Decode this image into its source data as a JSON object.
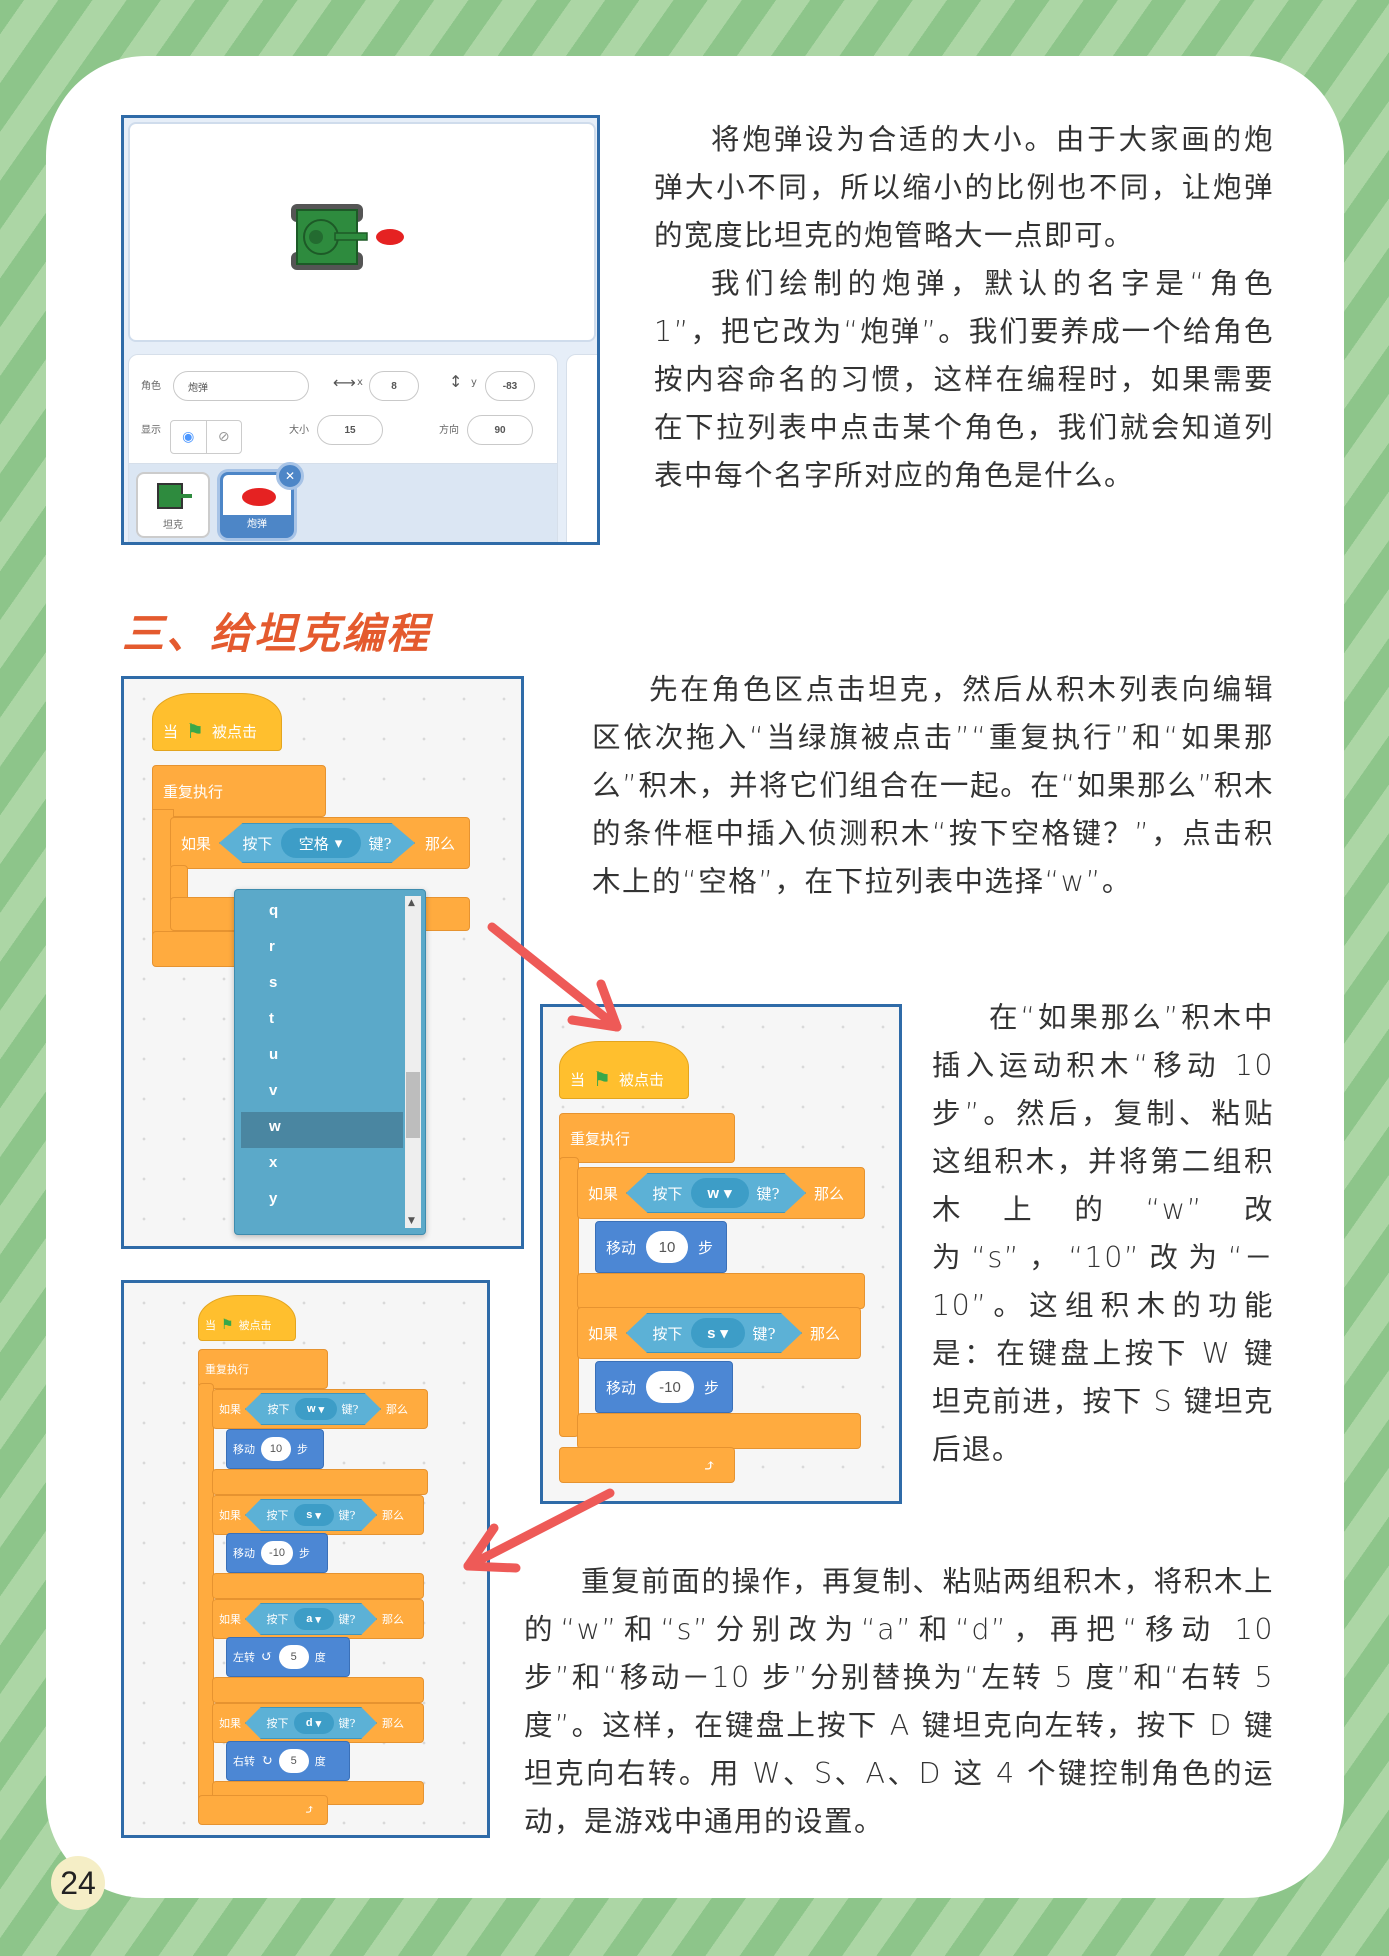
{
  "page": {
    "number": "24",
    "background_colors": [
      "#8dc58a",
      "#acd6a5"
    ],
    "heading_color": "#e45a2e"
  },
  "section1": {
    "paragraphs": [
      "将炮弹设为合适的大小。由于大家画的炮弹大小不同，所以缩小的比例也不同，让炮弹的宽度比坦克的炮管略大一点即可。",
      "我们绘制的炮弹，默认的名字是“角色 1”，把它改为“炮弹”。我们要养成一个给角色按内容命名的习惯，这样在编程时，如果需要在下拉列表中点击某个角色，我们就会知道列表中每个名字所对应的角色是什么。"
    ],
    "sprite_panel": {
      "sprite_label": "角色",
      "sprite_name": "炮弹",
      "x_label": "x",
      "x_value": "8",
      "y_label": "y",
      "y_value": "-83",
      "show_label": "显示",
      "size_label": "大小",
      "size_value": "15",
      "direction_label": "方向",
      "direction_value": "90",
      "sprites": [
        {
          "name": "坦克",
          "selected": false
        },
        {
          "name": "炮弹",
          "selected": true
        }
      ]
    }
  },
  "section3": {
    "heading": "三、给坦克编程",
    "paragraph1": "先在角色区点击坦克，然后从积木列表向编辑区依次拖入“当绿旗被点击”“重复执行”和“如果那么”积木，并将它们组合在一起。在“如果那么”积木的条件框中插入侦测积木“按下空格键？”，点击积木上的“空格”，在下拉列表中选择“w”。",
    "paragraph2": "在“如果那么”积木中插入运动积木“移动 10 步”。然后，复制、粘贴这组积木，并将第二组积木上的“w”改为“s”，“10”改为“－10”。这组积木的功能是：在键盘上按下 W 键坦克前进，按下 S 键坦克后退。",
    "paragraph3": "重复前面的操作，再复制、粘贴两组积木，将积木上的“w”和“s”分别改为“a”和“d”，再把“移动 10 步”和“移动－10 步”分别替换为“左转 5 度”和“右转 5 度”。这样，在键盘上按下 A 键坦克向左转，按下 D 键坦克向右转。用 W、S、A、D 这 4 个键控制角色的运动，是游戏中通用的设置。"
  },
  "blocks": {
    "when": "当",
    "flag_clicked": "被点击",
    "forever": "重复执行",
    "if": "如果",
    "then": "那么",
    "key_pressed_prefix": "按下",
    "key_pressed_suffix": "键?",
    "move": "移动",
    "steps": "步",
    "turn_left": "左转",
    "turn_right": "右转",
    "degrees": "度",
    "dropdown_caret": "▾",
    "loop_arrow": "⤴"
  },
  "screenshot1": {
    "key": "空格",
    "dropdown_items": [
      "q",
      "r",
      "s",
      "t",
      "u",
      "v",
      "w",
      "x",
      "y"
    ],
    "selected_item": "w"
  },
  "screenshot2": {
    "groups": [
      {
        "key": "w",
        "action": "移动",
        "value": "10",
        "unit": "步"
      },
      {
        "key": "s",
        "action": "移动",
        "value": "-10",
        "unit": "步"
      }
    ]
  },
  "screenshot3": {
    "groups": [
      {
        "key": "w",
        "action": "移动",
        "value": "10",
        "unit": "步",
        "icon": ""
      },
      {
        "key": "s",
        "action": "移动",
        "value": "-10",
        "unit": "步",
        "icon": ""
      },
      {
        "key": "a",
        "action": "左转",
        "value": "5",
        "unit": "度",
        "icon": "↺"
      },
      {
        "key": "d",
        "action": "右转",
        "value": "5",
        "unit": "度",
        "icon": "↻"
      }
    ]
  }
}
